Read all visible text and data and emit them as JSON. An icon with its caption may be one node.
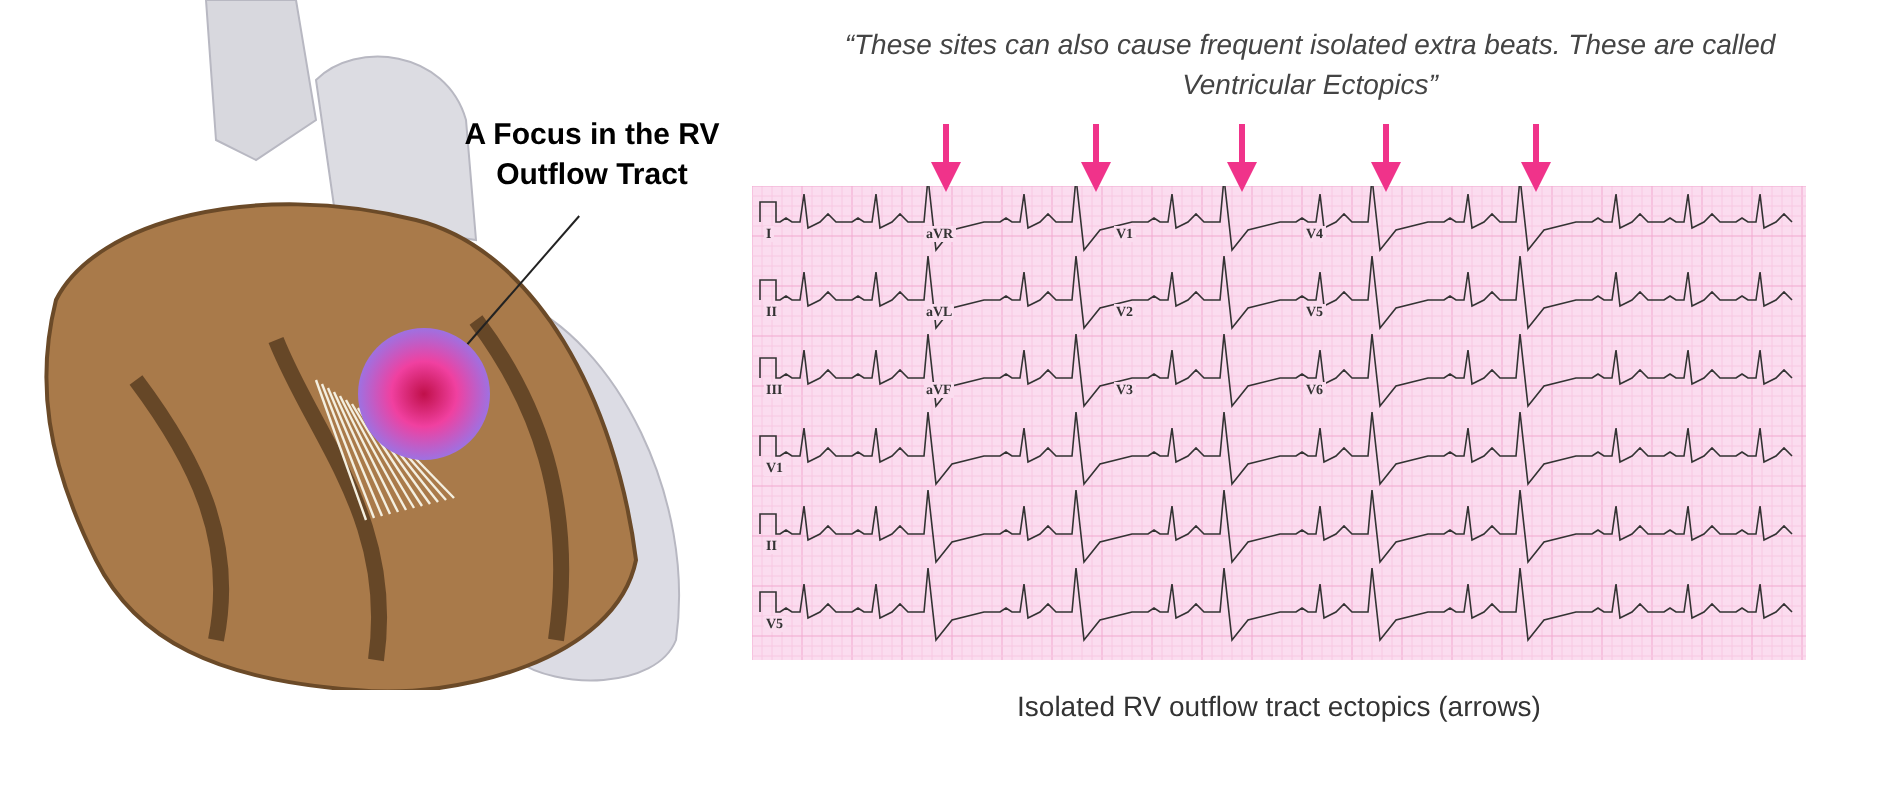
{
  "diagram": {
    "caption": "Isolated RV outflow tract ectopics (arrows)",
    "nodes": [
      {
        "text": [],
        "shape": "picture"
      },
      {
        "text": [],
        "shape": "circle",
        "in": 0
      },
      {
        "text": [
          "A Focus in the RV Outflow Tract"
        ]
      },
      {
        "text": [],
        "shape": "picture"
      }
    ],
    "edges": [
      {
        "from": 2,
        "to": 1,
        "arrow": "none",
        "color": "#222222"
      },
      {
        "from": null,
        "to": 3,
        "arrow": "to"
      },
      {
        "from": null,
        "to": 3,
        "arrow": "to"
      },
      {
        "from": null,
        "to": 3,
        "arrow": "to"
      },
      {
        "from": null,
        "to": 3,
        "arrow": "to"
      },
      {
        "from": null,
        "to": 3,
        "arrow": "to"
      }
    ],
    "labels": [
      "“These sites can also cause frequent isolated extra beats. These are called Ventricular Ectopics”",
      "I",
      "aVR",
      "V1",
      "V4",
      "II",
      "aVL",
      "V2",
      "V5",
      "III",
      "aVF",
      "V3",
      "V6",
      "V1",
      "II",
      "V5"
    ]
  }
}
